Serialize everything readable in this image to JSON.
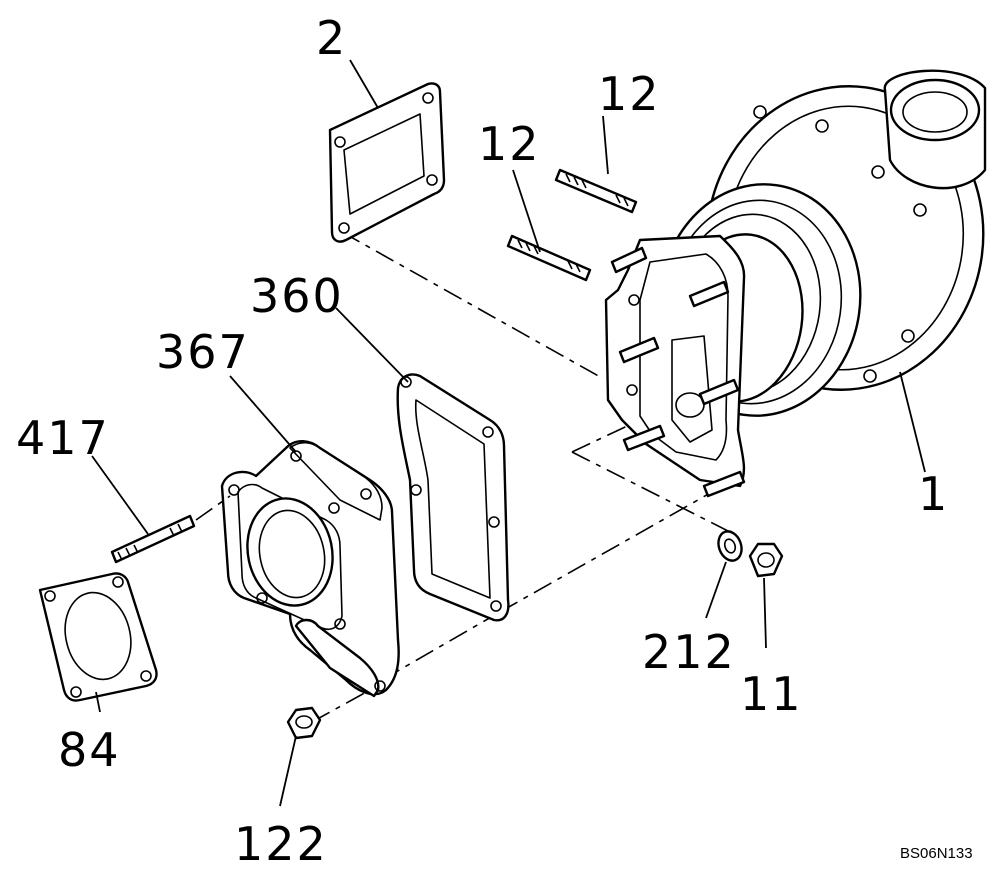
{
  "callouts": [
    {
      "id": "1",
      "label": "1"
    },
    {
      "id": "2",
      "label": "2"
    },
    {
      "id": "11",
      "label": "11"
    },
    {
      "id": "12a",
      "label": "12"
    },
    {
      "id": "12b",
      "label": "12"
    },
    {
      "id": "84",
      "label": "84"
    },
    {
      "id": "122",
      "label": "122"
    },
    {
      "id": "212",
      "label": "212"
    },
    {
      "id": "360",
      "label": "360"
    },
    {
      "id": "367",
      "label": "367"
    },
    {
      "id": "417",
      "label": "417"
    }
  ],
  "drawing_code": "BS06N133"
}
